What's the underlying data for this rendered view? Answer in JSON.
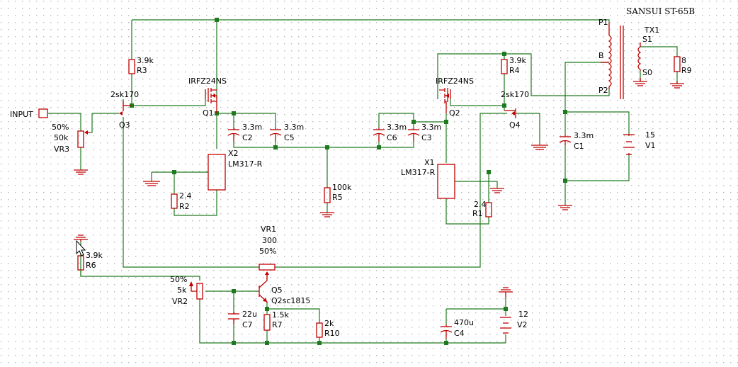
{
  "title": "SANSUI ST-65B",
  "input_label": "INPUT",
  "components": {
    "R3": {
      "value": "3.9k",
      "ref": "R3"
    },
    "R4": {
      "value": "3.9k",
      "ref": "R4"
    },
    "R6": {
      "value": "3.9k",
      "ref": "R6"
    },
    "R2": {
      "value": "2.4",
      "ref": "R2"
    },
    "R1": {
      "value": "2.4",
      "ref": "R1"
    },
    "R5": {
      "value": "100k",
      "ref": "R5"
    },
    "R7": {
      "value": "1.5k",
      "ref": "R7"
    },
    "R10": {
      "value": "2k",
      "ref": "R10"
    },
    "R9": {
      "value": "8",
      "ref": "R9"
    },
    "Q1": {
      "value": "IRFZ24NS",
      "ref": "Q1"
    },
    "Q2": {
      "value": "IRFZ24NS",
      "ref": "Q2"
    },
    "Q3": {
      "value": "2sk170",
      "ref": "Q3"
    },
    "Q4": {
      "value": "2sk170",
      "ref": "Q4"
    },
    "Q5": {
      "value": "Q2sc1815",
      "ref": "Q5"
    },
    "C2": {
      "value": "3.3m",
      "ref": "C2"
    },
    "C5": {
      "value": "3.3m",
      "ref": "C5"
    },
    "C6": {
      "value": "3.3m",
      "ref": "C6"
    },
    "C3": {
      "value": "3.3m",
      "ref": "C3"
    },
    "C1": {
      "value": "3.3m",
      "ref": "C1"
    },
    "C7": {
      "value": "22u",
      "ref": "C7"
    },
    "C4": {
      "value": "470u",
      "ref": "C4"
    },
    "X1": {
      "value": "LM317-R",
      "ref": "X1"
    },
    "X2": {
      "value": "LM317-R",
      "ref": "X2"
    },
    "VR1": {
      "ref": "VR1",
      "value": "300",
      "setting": "50%"
    },
    "VR2": {
      "ref": "VR2",
      "value": "5k",
      "setting": "50%"
    },
    "VR3": {
      "ref": "VR3",
      "value": "50k",
      "setting": "50%"
    },
    "V1": {
      "value": "15",
      "ref": "V1"
    },
    "V2": {
      "value": "12",
      "ref": "V2"
    },
    "TX1": {
      "ref": "TX1",
      "p1": "P1",
      "p2": "P2",
      "b": "B",
      "s1": "S1",
      "s0": "S0"
    }
  },
  "colors": {
    "wire": "#1f7a1f",
    "component": "#c00000",
    "grid": "#b8b8b8",
    "text": "#000000"
  }
}
